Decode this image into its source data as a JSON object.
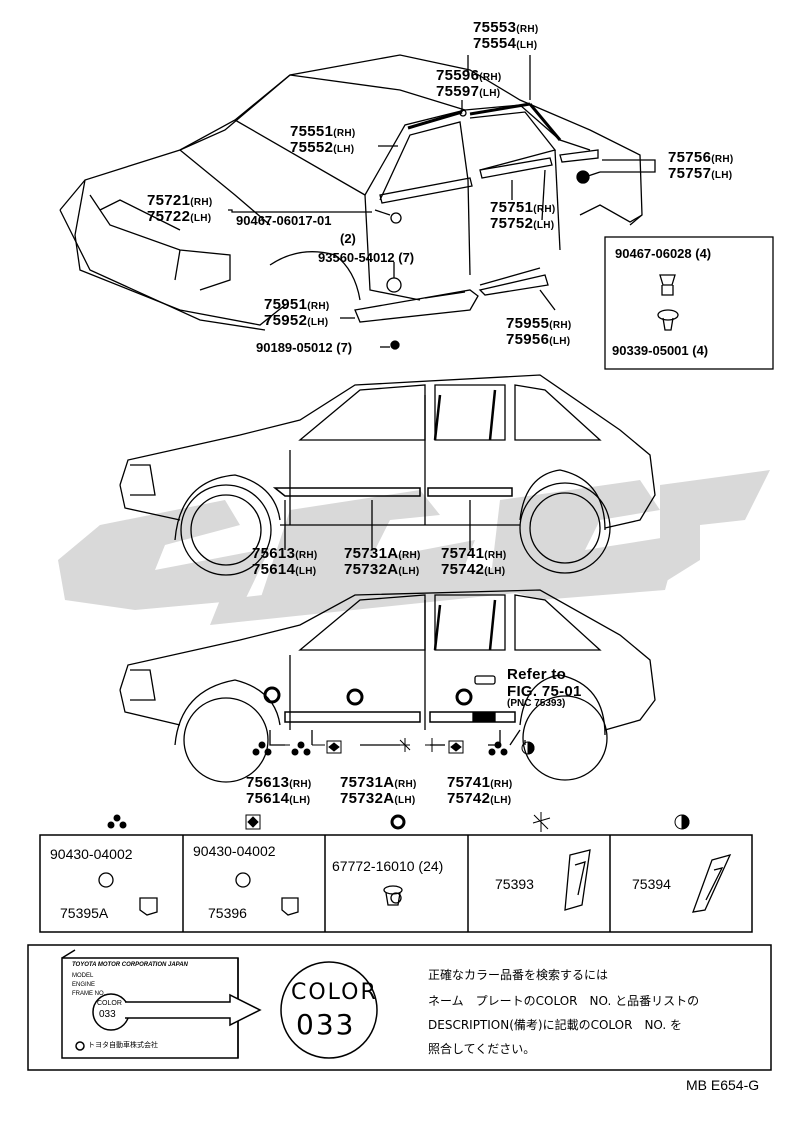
{
  "diagram": {
    "callouts": {
      "p75553": {
        "num": "75553",
        "sfx": "(RH)"
      },
      "p75554": {
        "num": "75554",
        "sfx": "(LH)"
      },
      "p75596": {
        "num": "75596",
        "sfx": "(RH)"
      },
      "p75597": {
        "num": "75597",
        "sfx": "(LH)"
      },
      "p75551": {
        "num": "75551",
        "sfx": "(RH)"
      },
      "p75552": {
        "num": "75552",
        "sfx": "(LH)"
      },
      "p75756": {
        "num": "75756",
        "sfx": "(RH)"
      },
      "p75757": {
        "num": "75757",
        "sfx": "(LH)"
      },
      "p75721": {
        "num": "75721",
        "sfx": "(RH)"
      },
      "p75722": {
        "num": "75722",
        "sfx": "(LH)"
      },
      "p90467a": {
        "num": "90467-06017-01"
      },
      "p90467a_q": {
        "num": "(2)"
      },
      "p75751": {
        "num": "75751",
        "sfx": "(RH)"
      },
      "p75752": {
        "num": "75752",
        "sfx": "(LH)"
      },
      "p93560": {
        "num": "93560-54012 (7)"
      },
      "p75951": {
        "num": "75951",
        "sfx": "(RH)"
      },
      "p75952": {
        "num": "75952",
        "sfx": "(LH)"
      },
      "p75955": {
        "num": "75955",
        "sfx": "(RH)"
      },
      "p75956": {
        "num": "75956",
        "sfx": "(LH)"
      },
      "p90189": {
        "num": "90189-05012 (7)"
      },
      "p90467b": {
        "num": "90467-06028 (4)"
      },
      "p90339": {
        "num": "90339-05001 (4)"
      },
      "m75613": {
        "num": "75613",
        "sfx": "(RH)"
      },
      "m75614": {
        "num": "75614",
        "sfx": "(LH)"
      },
      "m75731A": {
        "num": "75731A",
        "sfx": "(RH)"
      },
      "m75732A": {
        "num": "75732A",
        "sfx": "(LH)"
      },
      "m75741": {
        "num": "75741",
        "sfx": "(RH)"
      },
      "m75742": {
        "num": "75742",
        "sfx": "(LH)"
      },
      "b75613": {
        "num": "75613",
        "sfx": "(RH)"
      },
      "b75614": {
        "num": "75614",
        "sfx": "(LH)"
      },
      "b75731A": {
        "num": "75731A",
        "sfx": "(RH)"
      },
      "b75732A": {
        "num": "75732A",
        "sfx": "(LH)"
      },
      "b75741": {
        "num": "75741",
        "sfx": "(RH)"
      },
      "b75742": {
        "num": "75742",
        "sfx": "(LH)"
      }
    },
    "refer": {
      "line1": "Refer to",
      "line2": "FIG. 75-01",
      "line3": "(PNC 75393)"
    }
  },
  "legend_table": {
    "cells": [
      {
        "top": "90430-04002",
        "bottom": "75395A"
      },
      {
        "top": "90430-04002",
        "bottom": "75396"
      },
      {
        "top": "67772-16010 (24)"
      },
      {
        "bottom": "75393"
      },
      {
        "bottom": "75394"
      }
    ]
  },
  "nameplate": {
    "plate_title": "TOYOTA MOTOR CORPORATION JAPAN",
    "plate_rows": [
      "MODEL",
      "ENGINE",
      "FRAME NO."
    ],
    "plate_color": "COLOR",
    "plate_code": "033",
    "plate_footer": "トヨタ自動車株式会社",
    "color_label": "COLOR",
    "color_code": "033",
    "instructions": [
      "正確なカラー品番を検索するには",
      "ネーム　プレートのCOLOR　NO. と品番リストの",
      "DESCRIPTION(備考)に記載のCOLOR　NO. を",
      "照合してください。"
    ]
  },
  "figure_id": "MB E654-G",
  "colors": {
    "watermark": "#d6d6d6",
    "line": "#000000"
  }
}
